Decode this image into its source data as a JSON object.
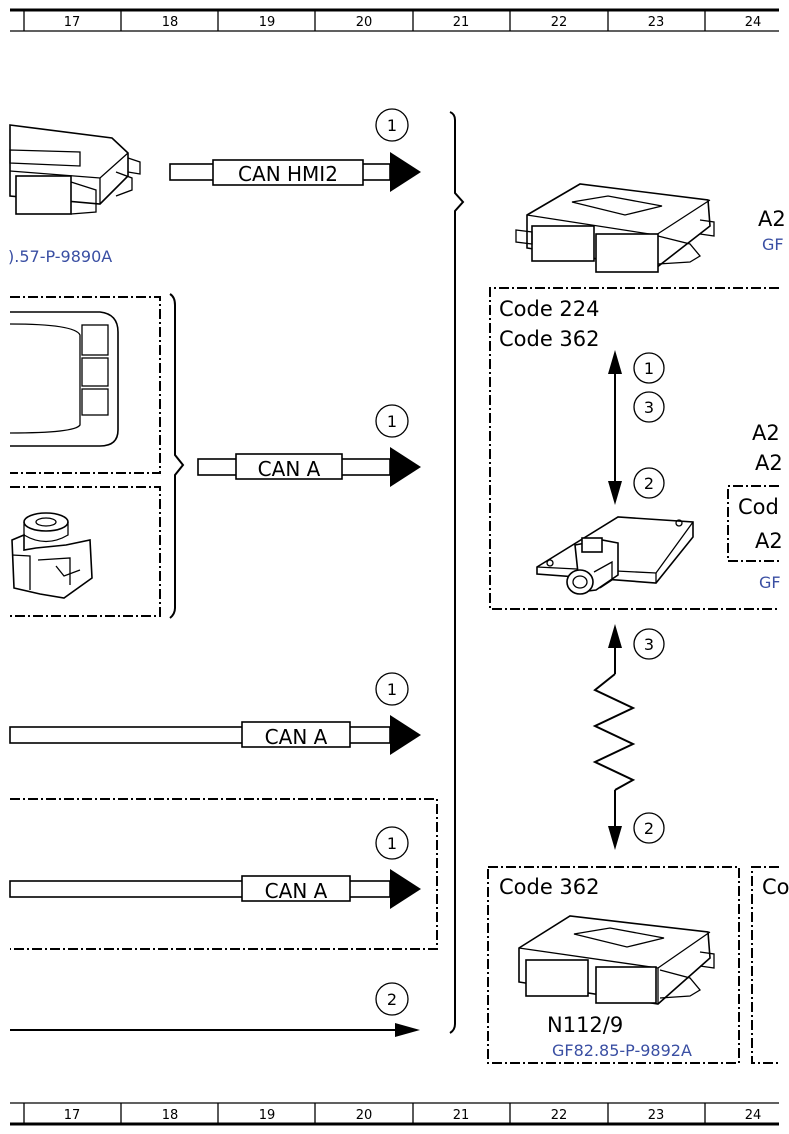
{
  "colors": {
    "reference": "#3a4fa3",
    "line": "#000000"
  },
  "ruler": {
    "columns": [
      "17",
      "18",
      "19",
      "20",
      "21",
      "22",
      "23",
      "24"
    ]
  },
  "connections": [
    {
      "marker": "1",
      "bus": "CAN HMI2"
    },
    {
      "marker": "1",
      "bus": "CAN A"
    },
    {
      "marker": "1",
      "bus": "CAN A"
    },
    {
      "marker": "1",
      "bus": "CAN A"
    },
    {
      "marker": "2"
    }
  ],
  "references": {
    "top_left": ").57-P-9890A",
    "top_right_partial": "GF",
    "mid_right_partial": "GF",
    "bottom_module": "GF82.85-P-9892A"
  },
  "labels": {
    "top_right_partial": "A2",
    "code224": "Code 224",
    "code362_a": "Code 362",
    "mid_a2_1": "A2",
    "mid_a2_2": "A2",
    "code_partial": "Cod",
    "a2_box": "A2",
    "code362_b": "Code 362",
    "bottom_code_partial": "Co",
    "bottom_module_name": "N112/9"
  },
  "markers": {
    "arrow_up_1": "1",
    "arrow_up_3": "3",
    "arrow_up_2": "2",
    "spring_3": "3",
    "spring_2": "2"
  }
}
